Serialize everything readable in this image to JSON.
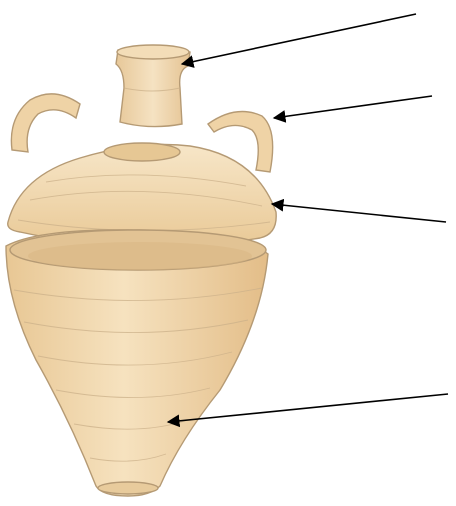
{
  "diagram": {
    "parts": [
      {
        "id": "neck",
        "label": ""
      },
      {
        "id": "handles",
        "label": ""
      },
      {
        "id": "shoulder",
        "label": ""
      },
      {
        "id": "body",
        "label": ""
      }
    ],
    "colors": {
      "clay_light": "#f6e3c2",
      "clay_mid": "#efd3a6",
      "clay_shadow": "#dcb684",
      "clay_dark_inner": "#e2c394",
      "outline": "#b59a74",
      "arrow": "#000000",
      "background": "#ffffff"
    }
  }
}
